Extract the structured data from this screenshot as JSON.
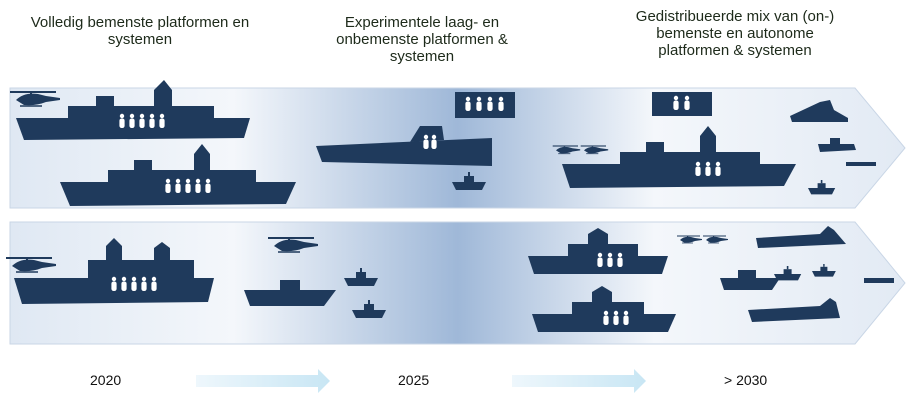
{
  "headings": {
    "phase1": "Volledig bemenste platformen en systemen",
    "phase2": "Experimentele laag- en onbemenste platformen & systemen",
    "phase3": "Gedistribueerde mix van (on-) bemenste en autonome platformen & systemen"
  },
  "timeline": {
    "year1": "2020",
    "year2": "2025",
    "year3": "> 2030"
  },
  "colors": {
    "vessel": "#1f3a5c",
    "band_light": "#e8eef6",
    "band_mid": "#9fb8d8",
    "arrow": "#cfe9f6",
    "crew": "#ffffff"
  },
  "icons": [
    "helicopter-icon",
    "warship-icon",
    "crew-icon",
    "fast-boat-icon",
    "drone-vessel-icon",
    "timeline-arrow-icon"
  ]
}
